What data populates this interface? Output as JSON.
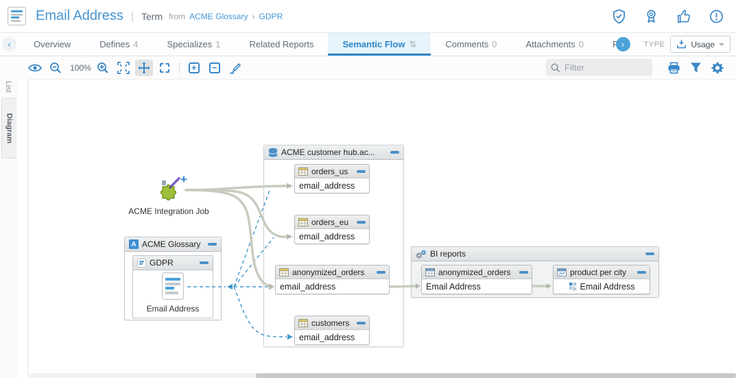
{
  "header": {
    "title": "Email Address",
    "divider": "|",
    "asset_type": "Term",
    "from_label": "from",
    "breadcrumb": {
      "glossary": "ACME Glossary",
      "separator": "›",
      "domain": "GDPR"
    },
    "action_icons": [
      "shield-check",
      "certification-badge",
      "thumbs-up",
      "issue-alert"
    ]
  },
  "tab_bar": {
    "tabs": [
      {
        "label": "Overview",
        "count": ""
      },
      {
        "label": "Defines",
        "count": "4"
      },
      {
        "label": "Specializes",
        "count": "1"
      },
      {
        "label": "Related Reports",
        "count": ""
      },
      {
        "label": "Semantic Flow",
        "count": ""
      },
      {
        "label": "Comments",
        "count": "0"
      },
      {
        "label": "Attachments",
        "count": "0"
      },
      {
        "label": "Respons",
        "count": ""
      }
    ],
    "sort_glyph": "⇅",
    "type_label": "TYPE",
    "usage_button": "Usage"
  },
  "toolbar": {
    "zoom_level": "100%",
    "filter_placeholder": "Filter",
    "icons": [
      "preview-eye",
      "zoom-out",
      "zoom-in",
      "fit-to-screen",
      "pan",
      "marquee-select",
      "expand-all",
      "collapse-all",
      "edit-pen",
      "print",
      "filter-funnel",
      "settings-gear"
    ]
  },
  "side_tabs": {
    "list_label": "List",
    "diagram_label": "Diagram"
  },
  "diagram": {
    "integration_job": {
      "label": "ACME Integration Job",
      "plus": "+"
    },
    "glossary": {
      "title": "ACME Glossary",
      "icon_letter": "A",
      "gdpr": {
        "title": "GDPR",
        "term_label": "Email Address"
      }
    },
    "hub": {
      "title": "ACME customer hub.ac...",
      "tables": [
        {
          "name": "orders_us",
          "column": "email_address"
        },
        {
          "name": "orders_eu",
          "column": "email_address"
        },
        {
          "name": "anonymized_orders",
          "column": "email_address"
        },
        {
          "name": "customers",
          "column": "email_address"
        }
      ]
    },
    "bi": {
      "title": "BI reports",
      "report_table": {
        "name": "anonymized_orders",
        "column": "Email Address"
      },
      "report": {
        "name": "product per city",
        "column": "Email Address"
      }
    }
  },
  "colors": {
    "accent_blue": "#3a87c8",
    "link_blue": "#4596d3",
    "connector_gray": "#c6ccbf",
    "relation_dashed_blue": "#3f96c9"
  }
}
